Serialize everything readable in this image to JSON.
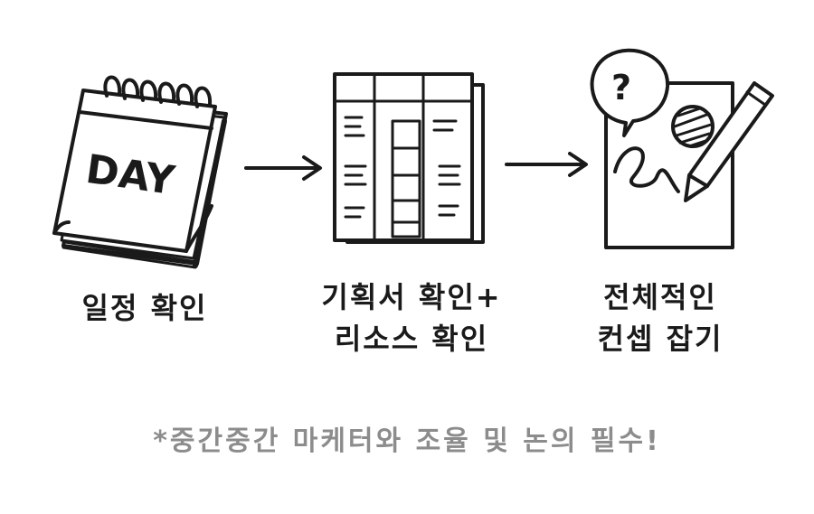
{
  "steps": [
    {
      "icon": "calendar-icon",
      "calendar_text": "DAY",
      "label": "일정 확인"
    },
    {
      "icon": "document-icon",
      "label": "기획서 확인+\n리소스 확인"
    },
    {
      "icon": "sketch-pad-icon",
      "bubble_text": "?",
      "label": "전체적인\n컨셉 잡기"
    }
  ],
  "footnote": "*중간중간 마케터와 조율 및 논의 필수!",
  "colors": {
    "ink": "#1a1a1a",
    "footnote": "#8c8c8c",
    "background": "#ffffff"
  }
}
